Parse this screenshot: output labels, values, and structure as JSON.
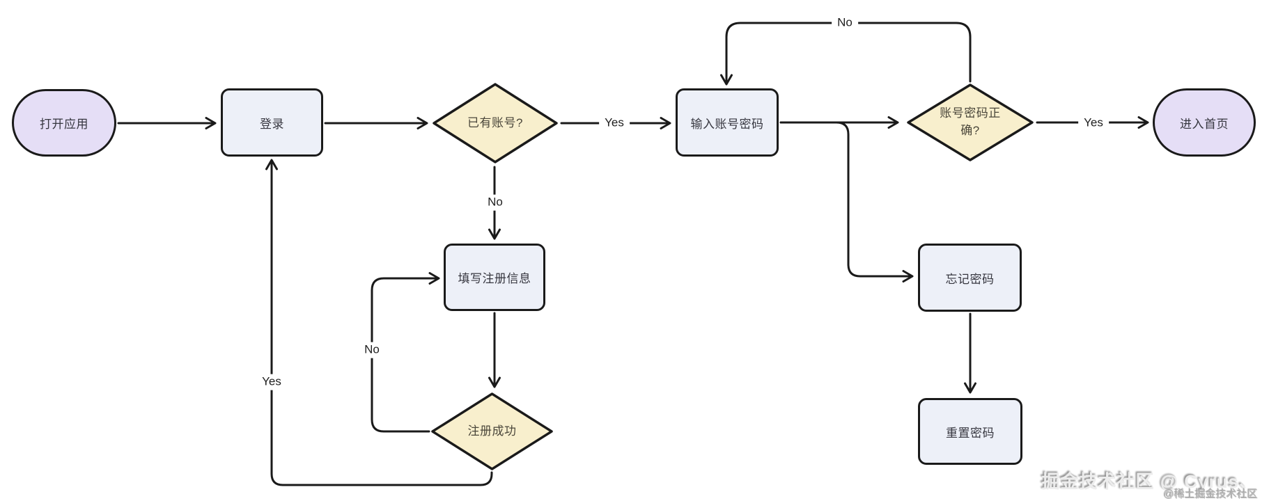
{
  "diagram": {
    "type": "flowchart",
    "nodes": [
      {
        "id": "open-app",
        "type": "terminal",
        "label": "打开应用"
      },
      {
        "id": "login",
        "type": "process",
        "label": "登录"
      },
      {
        "id": "has-account",
        "type": "decision",
        "label": "已有账号?"
      },
      {
        "id": "enter-credentials",
        "type": "process",
        "label": "输入账号密码"
      },
      {
        "id": "password-correct",
        "type": "decision",
        "label": "账号密码正确?"
      },
      {
        "id": "enter-home",
        "type": "terminal",
        "label": "进入首页"
      },
      {
        "id": "fill-registration",
        "type": "process",
        "label": "填写注册信息"
      },
      {
        "id": "register-success",
        "type": "decision",
        "label": "注册成功"
      },
      {
        "id": "forgot-password",
        "type": "process",
        "label": "忘记密码"
      },
      {
        "id": "reset-password",
        "type": "process",
        "label": "重置密码"
      }
    ],
    "edge_labels": [
      {
        "edge": "has-account-to-enter-credentials",
        "text": "Yes"
      },
      {
        "edge": "has-account-to-fill-registration",
        "text": "No"
      },
      {
        "edge": "register-success-to-fill-registration",
        "text": "No"
      },
      {
        "edge": "register-success-to-login",
        "text": "Yes"
      },
      {
        "edge": "password-correct-to-enter-credentials",
        "text": "No"
      },
      {
        "edge": "password-correct-to-enter-home",
        "text": "Yes"
      }
    ],
    "colors": {
      "stroke": "#1a1a1a",
      "terminal_fill": "#e5def6",
      "process_fill": "#edf0f8",
      "decision_fill": "#f8efcd",
      "node_text": "#36363f",
      "label_text": "#1f1f1f"
    }
  },
  "watermark": {
    "line1": "掘金技术社区 @ Cyrus、",
    "line2": "@稀土掘金技术社区"
  }
}
